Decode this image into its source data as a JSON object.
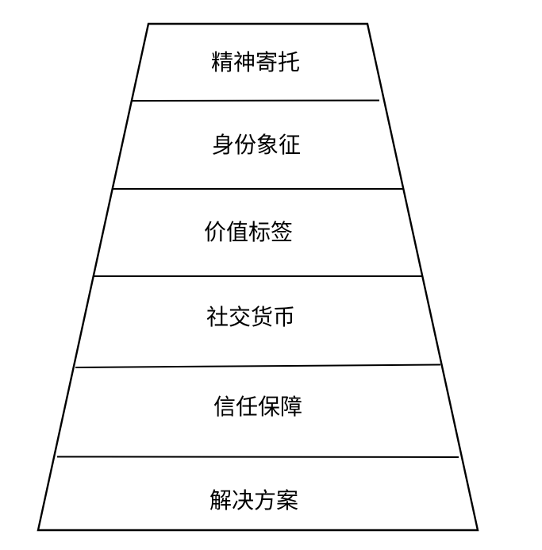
{
  "diagram": {
    "type": "funnel",
    "orientation": "narrow-top-wide-bottom",
    "level_count": 6,
    "levels": [
      {
        "label": "精神寄托"
      },
      {
        "label": "身份象征"
      },
      {
        "label": "价值标签"
      },
      {
        "label": "社交货币"
      },
      {
        "label": "信任保障"
      },
      {
        "label": "解决方案"
      }
    ],
    "colors": {
      "stroke": "#000000",
      "text": "#000000",
      "background": "#ffffff"
    }
  }
}
